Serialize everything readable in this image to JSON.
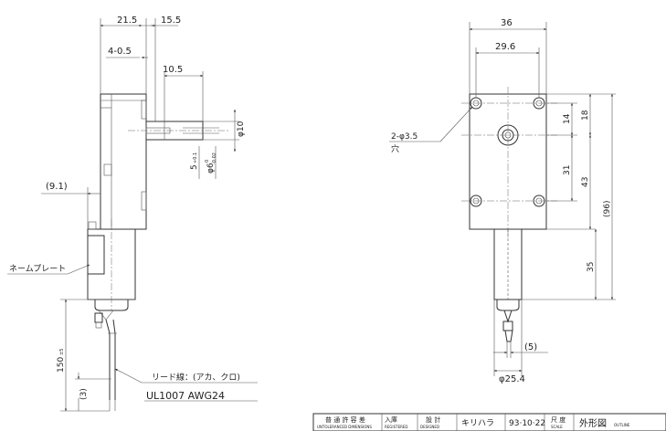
{
  "dims": {
    "w21_5": "21.5",
    "w15_5": "15.5",
    "w4_0_5": "4-0.5",
    "w10_5": "10.5",
    "d10": "φ10",
    "d5": "5",
    "d5_tol": "+0.1",
    "d6": "φ6",
    "d6_tol_top": "0",
    "d6_tol_bot": "-0.02",
    "w9_1": "(9.1)",
    "len150": "150",
    "len150_tol": "±5",
    "len3": "(3)",
    "w36": "36",
    "w29_6": "29.6",
    "hole": "2-φ3.5",
    "hole_note": "穴",
    "h14": "14",
    "h18": "18",
    "h31": "31",
    "h43": "43",
    "h96": "(96)",
    "h35": "35",
    "w5": "(5)",
    "d25_4": "φ25.4"
  },
  "labels": {
    "nameplate": "ネームプレート",
    "lead_wire": "リード線：(アカ、クロ)",
    "wire_spec": "UL1007  AWG24"
  },
  "title_block": {
    "tolerance_jp": "普 通 許 容 差",
    "tolerance_en": "UNTOLERANCED DIMENSIONS",
    "registered_jp": "入庫",
    "registered_en": "REGISTERED",
    "designed_jp": "設 計",
    "designed_en": "DESIGNED",
    "designer": "キリハラ",
    "date": "93·10·22",
    "scale_jp": "尺 度",
    "scale_en": "SCALE",
    "title_jp": "外形図",
    "title_en": "OUTLINE"
  }
}
